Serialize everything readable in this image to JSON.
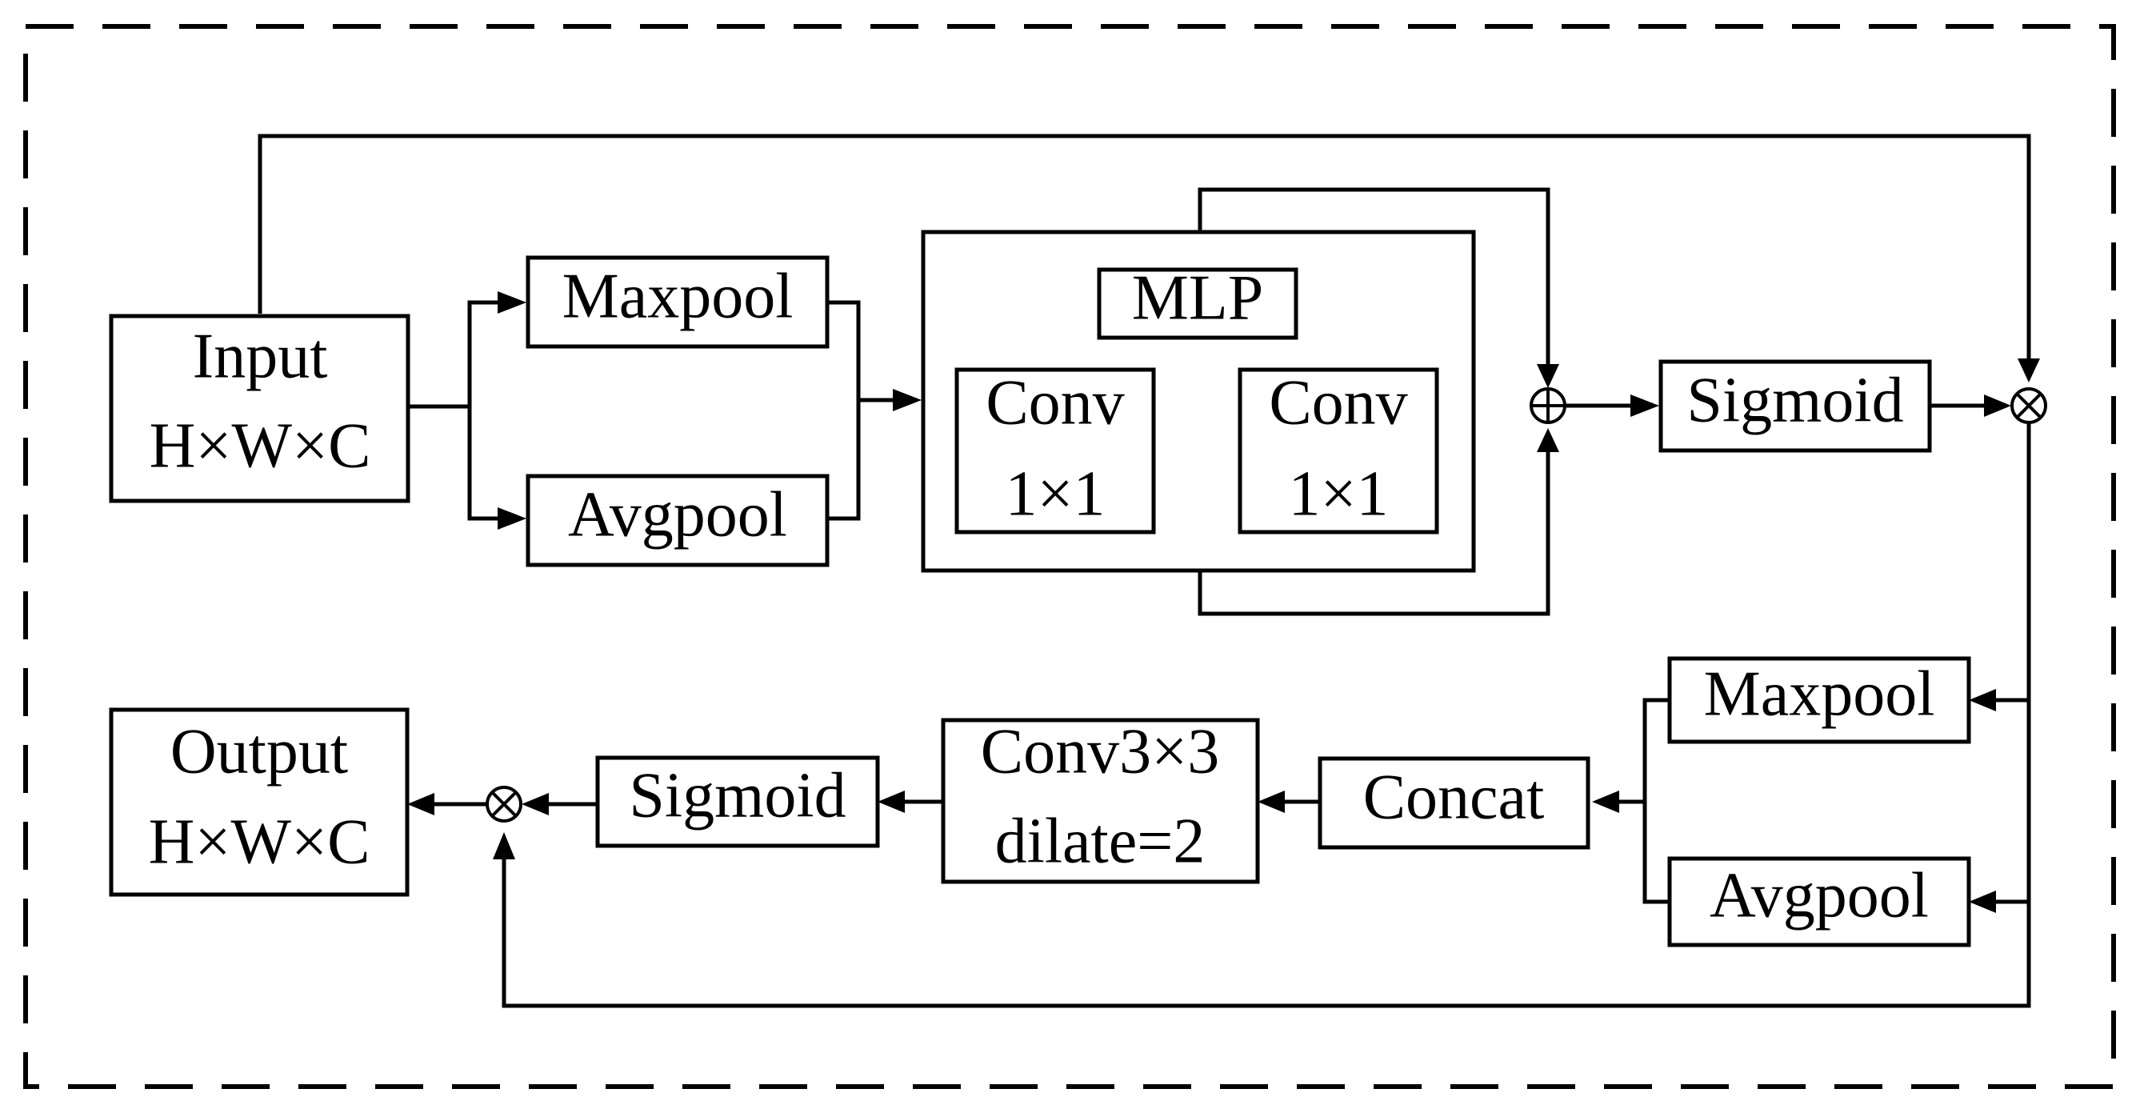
{
  "nodes": {
    "input": {
      "line1": "Input",
      "line2": "H×W×C"
    },
    "maxpool_top": {
      "label": "Maxpool"
    },
    "avgpool_top": {
      "label": "Avgpool"
    },
    "mlp": {
      "label": "MLP"
    },
    "conv_a": {
      "line1": "Conv",
      "line2": "1×1"
    },
    "conv_b": {
      "line1": "Conv",
      "line2": "1×1"
    },
    "sigmoid_top": {
      "label": "Sigmoid"
    },
    "maxpool_bottom": {
      "label": "Maxpool"
    },
    "avgpool_bottom": {
      "label": "Avgpool"
    },
    "concat": {
      "label": "Concat"
    },
    "conv_dilated": {
      "line1": "Conv3×3",
      "line2": "dilate=2"
    },
    "sigmoid_bottom": {
      "label": "Sigmoid"
    },
    "output": {
      "line1": "Output",
      "line2": "H×W×C"
    }
  },
  "operators": {
    "add": "⊕",
    "multiply_top": "⊗",
    "multiply_bottom": "⊗"
  }
}
